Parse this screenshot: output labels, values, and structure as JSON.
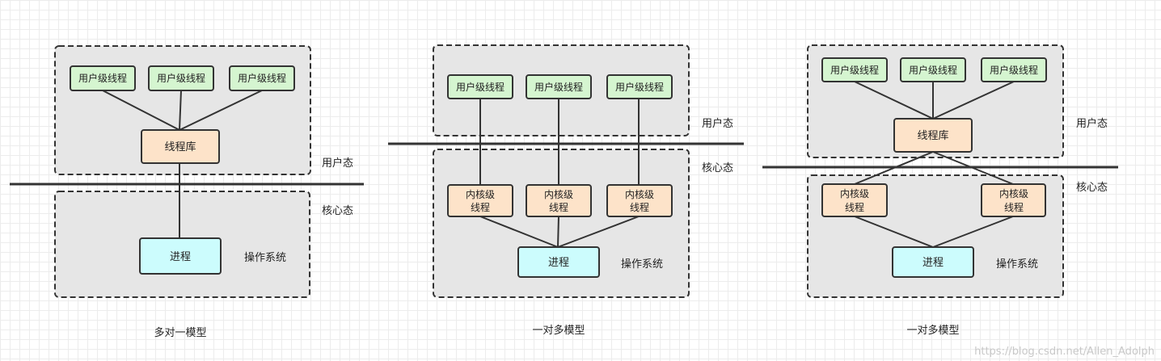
{
  "diagrams": [
    {
      "title": "多对一模型",
      "user_threads": [
        "用户级线程",
        "用户级线程",
        "用户级线程"
      ],
      "thread_lib": "线程库",
      "kernel_threads": [],
      "process": "进程",
      "user_mode": "用户态",
      "kernel_mode": "核心态",
      "os": "操作系统"
    },
    {
      "title": "一对多模型",
      "user_threads": [
        "用户级线程",
        "用户级线程",
        "用户级线程"
      ],
      "thread_lib": "",
      "kernel_threads": [
        [
          "内核级",
          "线程"
        ],
        [
          "内核级",
          "线程"
        ],
        [
          "内核级",
          "线程"
        ]
      ],
      "process": "进程",
      "user_mode": "用户态",
      "kernel_mode": "核心态",
      "os": "操作系统"
    },
    {
      "title": "一对多模型",
      "user_threads": [
        "用户级线程",
        "用户级线程",
        "用户级线程"
      ],
      "thread_lib": "线程库",
      "kernel_threads": [
        [
          "内核级",
          "线程"
        ],
        [
          "内核级",
          "线程"
        ]
      ],
      "process": "进程",
      "user_mode": "用户态",
      "kernel_mode": "核心态",
      "os": "操作系统"
    }
  ],
  "watermark": "https://blog.csdn.net/Allen_Adolph",
  "colors": {
    "user_thread_fill": "#d5f5d0",
    "lib_fill": "#fde3c9",
    "kernel_fill": "#fde3c9",
    "process_fill": "#ccfcfd",
    "region_fill": "#e6e6e6",
    "stroke": "#333333"
  }
}
